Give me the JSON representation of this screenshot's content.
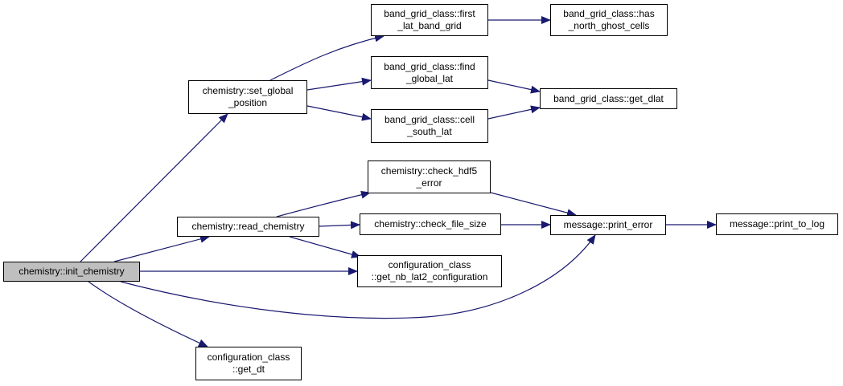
{
  "graph": {
    "nodes": [
      {
        "id": "init_chemistry",
        "lines": [
          "chemistry::init_chemistry"
        ]
      },
      {
        "id": "set_global_position",
        "lines": [
          "chemistry::set_global",
          "_position"
        ]
      },
      {
        "id": "read_chemistry",
        "lines": [
          "chemistry::read_chemistry"
        ]
      },
      {
        "id": "get_nb_lat2_configuration",
        "lines": [
          "configuration_class",
          "::get_nb_lat2_configuration"
        ]
      },
      {
        "id": "get_dt",
        "lines": [
          "configuration_class",
          "::get_dt"
        ]
      },
      {
        "id": "first_lat_band_grid",
        "lines": [
          "band_grid_class::first",
          "_lat_band_grid"
        ]
      },
      {
        "id": "find_global_lat",
        "lines": [
          "band_grid_class::find",
          "_global_lat"
        ]
      },
      {
        "id": "cell_south_lat",
        "lines": [
          "band_grid_class::cell",
          "_south_lat"
        ]
      },
      {
        "id": "check_hdf5_error",
        "lines": [
          "chemistry::check_hdf5",
          "_error"
        ]
      },
      {
        "id": "check_file_size",
        "lines": [
          "chemistry::check_file_size"
        ]
      },
      {
        "id": "has_north_ghost_cells",
        "lines": [
          "band_grid_class::has",
          "_north_ghost_cells"
        ]
      },
      {
        "id": "get_dlat",
        "lines": [
          "band_grid_class::get_dlat"
        ]
      },
      {
        "id": "print_error",
        "lines": [
          "message::print_error"
        ]
      },
      {
        "id": "print_to_log",
        "lines": [
          "message::print_to_log"
        ]
      }
    ],
    "edges": [
      {
        "from": "init_chemistry",
        "to": "set_global_position"
      },
      {
        "from": "init_chemistry",
        "to": "read_chemistry"
      },
      {
        "from": "init_chemistry",
        "to": "get_nb_lat2_configuration"
      },
      {
        "from": "init_chemistry",
        "to": "get_dt"
      },
      {
        "from": "init_chemistry",
        "to": "print_error"
      },
      {
        "from": "set_global_position",
        "to": "first_lat_band_grid"
      },
      {
        "from": "set_global_position",
        "to": "find_global_lat"
      },
      {
        "from": "set_global_position",
        "to": "cell_south_lat"
      },
      {
        "from": "first_lat_band_grid",
        "to": "has_north_ghost_cells"
      },
      {
        "from": "find_global_lat",
        "to": "get_dlat"
      },
      {
        "from": "cell_south_lat",
        "to": "get_dlat"
      },
      {
        "from": "read_chemistry",
        "to": "check_hdf5_error"
      },
      {
        "from": "read_chemistry",
        "to": "check_file_size"
      },
      {
        "from": "read_chemistry",
        "to": "get_nb_lat2_configuration"
      },
      {
        "from": "check_hdf5_error",
        "to": "print_error"
      },
      {
        "from": "check_file_size",
        "to": "print_error"
      },
      {
        "from": "print_error",
        "to": "print_to_log"
      }
    ],
    "colors": {
      "edge": "#191970",
      "node_border": "#000000",
      "root_fill": "#bfbfbf",
      "node_fill": "#ffffff"
    }
  }
}
